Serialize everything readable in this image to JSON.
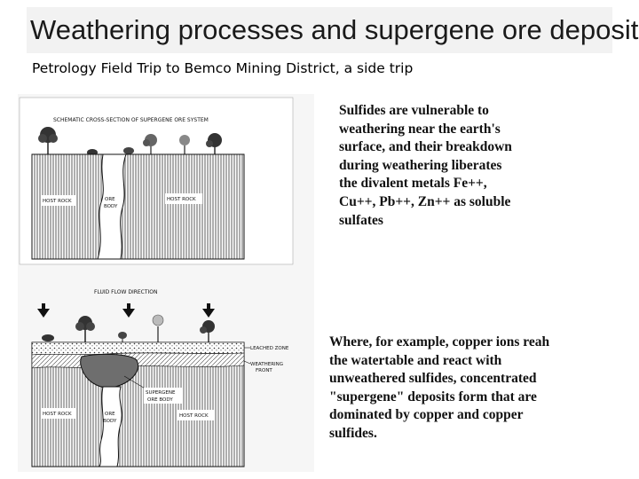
{
  "title": "Weathering processes and supergene ore deposits",
  "subtitle": "Petrology Field Trip to Bemco Mining District, a side trip",
  "figure": {
    "top_diagram": {
      "heading": "SCHEMATIC CROSS-SECTION OF SUPERGENE ORE SYSTEM",
      "label_host_rock_left": "HOST ROCK",
      "label_ore_body_line1": "ORE",
      "label_ore_body_line2": "BODY",
      "label_host_rock_right": "HOST ROCK"
    },
    "bottom_diagram": {
      "heading": "FLUID FLOW DIRECTION",
      "label_leached_zone": "LEACHED ZONE",
      "label_weathering_front_line1": "WEATHERING",
      "label_weathering_front_line2": "FRONT",
      "label_supergene_line1": "SUPERGENE",
      "label_supergene_line2": "ORE BODY",
      "label_ore_body_line1": "ORE",
      "label_ore_body_line2": "BODY",
      "label_host_rock_left": "HOST ROCK",
      "label_host_rock_right": "HOST ROCK"
    }
  },
  "paragraph1": [
    "Sulfides are vulnerable to",
    "weathering near the earth's",
    "surface, and their breakdown",
    "during weathering liberates",
    "the divalent metals Fe++,",
    "Cu++, Pb++, Zn++ as soluble",
    "sulfates"
  ],
  "paragraph2": [
    "Where, for example, copper ions reah",
    "the watertable and react with",
    "unweathered sulfides, concentrated",
    "\"supergene\" deposits form that are",
    "dominated by copper and copper",
    "sulfides."
  ]
}
